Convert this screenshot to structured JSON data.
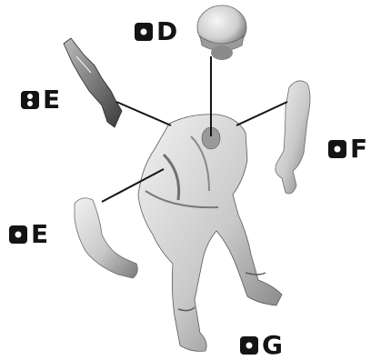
{
  "callouts": {
    "d": {
      "letter": "D",
      "badge_style": "single-dot"
    },
    "e_upper": {
      "letter": "E",
      "badge_style": "double-dot"
    },
    "e_lower": {
      "letter": "E",
      "badge_style": "single-dot"
    },
    "f": {
      "letter": "F",
      "badge_style": "single-dot"
    },
    "g": {
      "letter": "G",
      "badge_style": "single-dot"
    }
  },
  "parts": [
    "helmet",
    "rifle",
    "right-arm",
    "left-arm",
    "torso-and-legs"
  ],
  "colors": {
    "ink": "#141414",
    "model_light": "#e6e6e6",
    "model_mid": "#bdbdbd",
    "model_dark": "#6e6e6e"
  }
}
